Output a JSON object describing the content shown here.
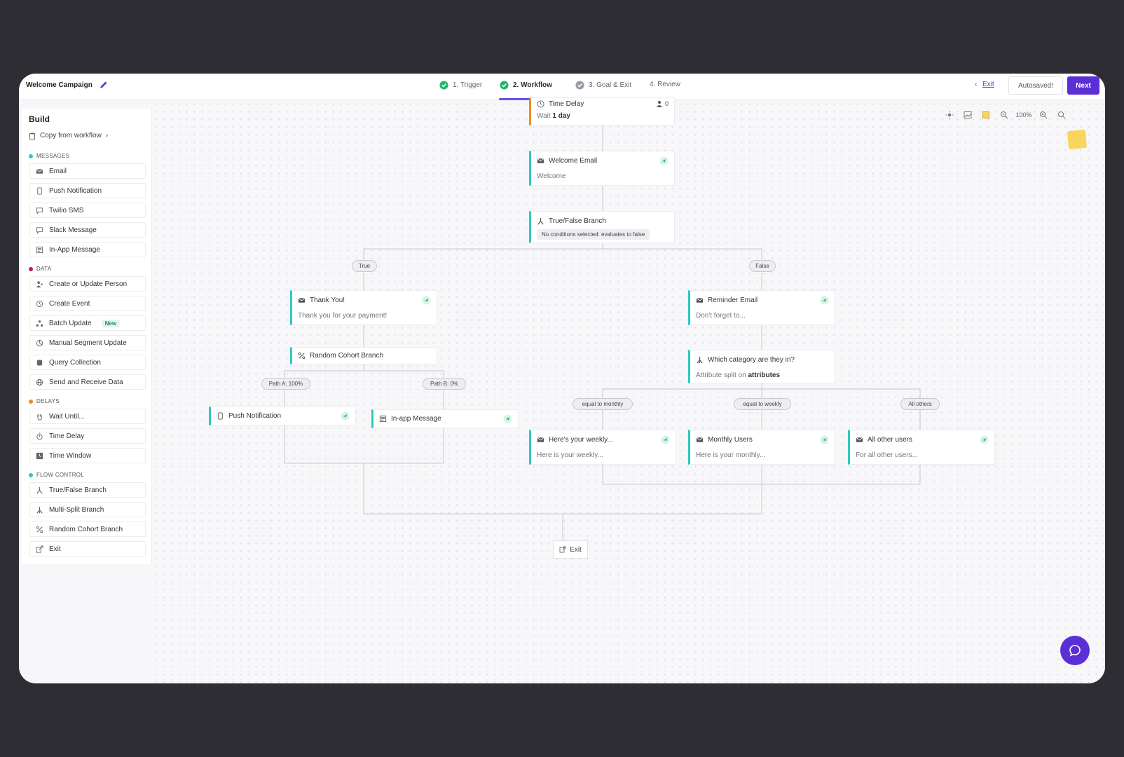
{
  "header": {
    "campaign_title": "Welcome Campaign",
    "steps": [
      {
        "label": "1. Trigger",
        "done": true
      },
      {
        "label": "2. Workflow",
        "done": true
      },
      {
        "label": "3. Goal & Exit",
        "done": true
      },
      {
        "label": "4. Review",
        "done": false
      }
    ],
    "exit_label": "Exit",
    "autosaved_label": "Autosaved!",
    "next_label": "Next"
  },
  "sidebar": {
    "title": "Build",
    "copy_label": "Copy from workflow",
    "sections": [
      {
        "label": "MESSAGES",
        "color": "#2ec9c2",
        "items": [
          "Email",
          "Push Notification",
          "Twilio SMS",
          "Slack Message",
          "In-App Message"
        ]
      },
      {
        "label": "DATA",
        "color": "#c2185b",
        "items": [
          "Create or Update Person",
          "Create Event",
          "Batch Update",
          "Manual Segment Update",
          "Query Collection",
          "Send and Receive Data"
        ]
      },
      {
        "label": "DELAYS",
        "color": "#f08a24",
        "items": [
          "Wait Until...",
          "Time Delay",
          "Time Window"
        ]
      },
      {
        "label": "FLOW CONTROL",
        "color": "#2ec9c2",
        "items": [
          "True/False Branch",
          "Multi-Split Branch",
          "Random Cohort Branch",
          "Exit"
        ]
      }
    ],
    "new_badge": "New"
  },
  "canvas": {
    "time_delay": {
      "title": "Time Delay",
      "sub_prefix": "Wait ",
      "sub_value": "1 day",
      "count": "0"
    },
    "welcome_email": {
      "title": "Welcome Email",
      "sub": "Welcome"
    },
    "tf_branch": {
      "title": "True/False Branch",
      "cond": "No conditions selected: evaluates to false"
    },
    "pill_true": "True",
    "pill_false": "False",
    "thank_you": {
      "title": "Thank You!",
      "sub": "Thank you for your payment!"
    },
    "reminder": {
      "title": "Reminder Email",
      "sub": "Don't forget to..."
    },
    "random_cohort": {
      "title": "Random Cohort Branch"
    },
    "pill_path_a": "Path A: 100%",
    "pill_path_b": "Path B: 0%",
    "which_category": {
      "title": "Which category are they in?",
      "sub_prefix": "Attribute split on ",
      "sub_value": "attributes"
    },
    "push": {
      "title": "Push Notification"
    },
    "inapp": {
      "title": "In-app Message"
    },
    "pill_monthly": "equal to monthly",
    "pill_weekly": "equal to weekly",
    "pill_others": "All others",
    "weekly": {
      "title": "Here's your weekly...",
      "sub": "Here is your weekly..."
    },
    "monthly": {
      "title": "Monthly Users",
      "sub": "Here is your monthly..."
    },
    "all_other": {
      "title": "All other users",
      "sub": "For all other users..."
    },
    "exit_node": "Exit",
    "zoom": "100%"
  }
}
